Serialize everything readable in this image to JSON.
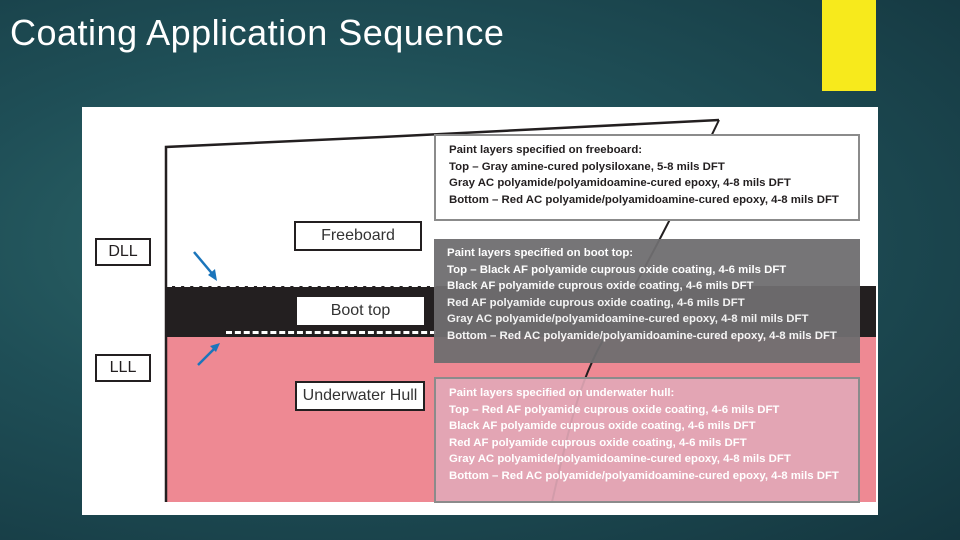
{
  "slide": {
    "title": "Coating Application Sequence",
    "accent_color": "#f7ea1c"
  },
  "diagram": {
    "waterlines": {
      "dll": "DLL",
      "lll": "LLL"
    },
    "zones": {
      "freeboard": "Freeboard",
      "boot_top": "Boot top",
      "underwater_hull": "Underwater Hull"
    },
    "colors": {
      "boot_top": "#231f20",
      "underwater_hull": "#ee8993",
      "freeboard_spec_bg": "#ffffff",
      "boot_spec_bg": "#6f6e70",
      "underwater_spec_bg": "#e2a7b6",
      "arrow": "#1b75bb"
    },
    "specs": {
      "freeboard": {
        "title": "Paint layers specified on freeboard:",
        "lines": [
          "Top – Gray amine-cured polysiloxane, 5-8 mils DFT",
          "Gray AC polyamide/polyamidoamine-cured epoxy, 4-8 mils DFT",
          "Bottom – Red AC polyamide/polyamidoamine-cured epoxy, 4-8 mils DFT"
        ]
      },
      "boot_top": {
        "title": "Paint layers specified on boot top:",
        "lines": [
          "Top – Black AF polyamide cuprous oxide coating, 4-6 mils DFT",
          "Black AF polyamide cuprous oxide coating, 4-6 mils DFT",
          "Red AF polyamide cuprous oxide coating, 4-6 mils DFT",
          "Gray AC polyamide/polyamidoamine-cured epoxy, 4-8 mil mils DFT",
          "Bottom – Red AC polyamide/polyamidoamine-cured epoxy, 4-8 mils DFT"
        ]
      },
      "underwater_hull": {
        "title": "Paint layers specified on underwater hull:",
        "lines": [
          "Top – Red AF polyamide cuprous oxide coating, 4-6 mils DFT",
          "Black AF polyamide cuprous oxide coating, 4-6 mils DFT",
          "Red AF polyamide cuprous oxide coating, 4-6 mils DFT",
          "Gray AC polyamide/polyamidoamine-cured epoxy, 4-8 mils DFT",
          "Bottom – Red AC polyamide/polyamidoamine-cured epoxy, 4-8 mils DFT"
        ]
      }
    }
  }
}
